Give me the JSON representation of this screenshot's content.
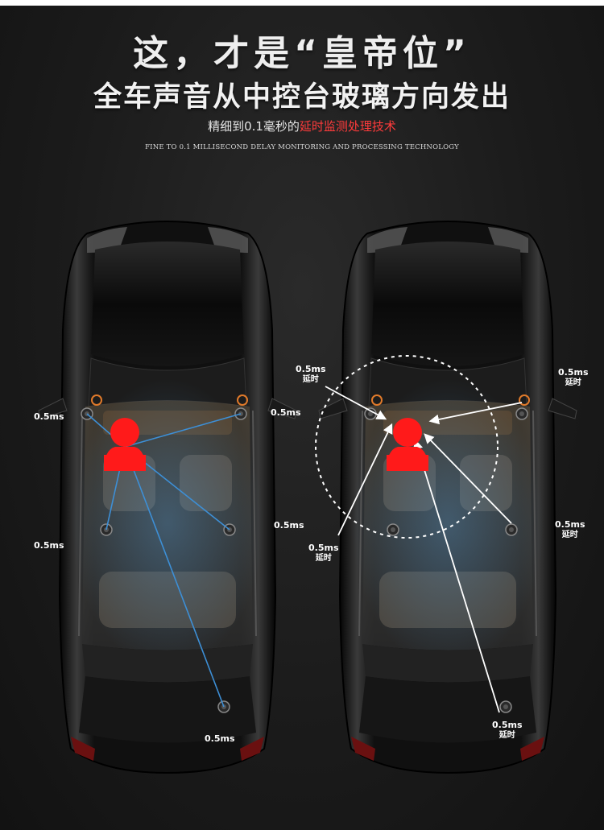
{
  "header": {
    "headline": "这，才是“皇帝位”",
    "subheadline": "全车声音从中控台玻璃方向发出",
    "tagline_prefix": "精细到0.1毫秒的",
    "tagline_highlight": "延时监测处理技术",
    "english": "FINE TO 0.1 MILLISECOND DELAY MONITORING AND PROCESSING TECHNOLOGY"
  },
  "left_car": {
    "label_front_left": "0.5ms",
    "label_front_right": "0.5ms",
    "label_mid_left": "0.5ms",
    "label_mid_right": "0.5ms",
    "label_rear": "0.5ms"
  },
  "right_car": {
    "label_top_left_value": "0.5ms",
    "label_top_left_sub": "延时",
    "label_top_right_value": "0.5ms",
    "label_top_right_sub": "延时",
    "label_mid_left_value": "0.5ms",
    "label_mid_left_sub": "延时",
    "label_mid_right_value": "0.5ms",
    "label_mid_right_sub": "延时",
    "label_rear_value": "0.5ms",
    "label_rear_sub": "延时"
  },
  "colors": {
    "accent_red": "#ff3b3b",
    "listener_red": "#ff1a1a",
    "ray_blue": "#3d8fd6",
    "speaker_ring": "#e07a2a"
  }
}
